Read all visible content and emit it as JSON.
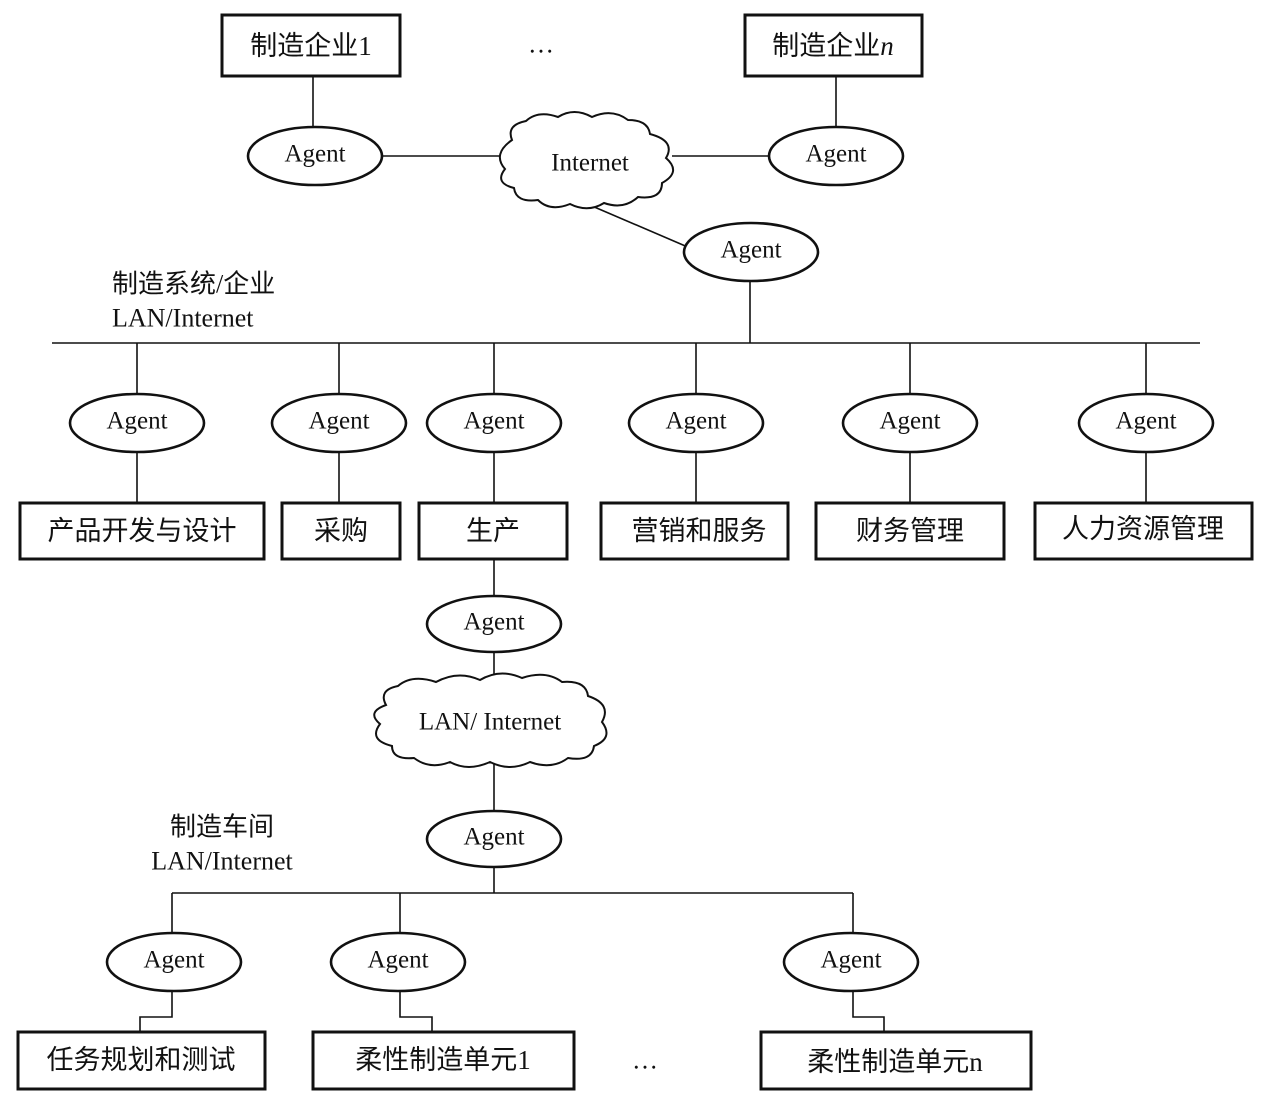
{
  "enterprises": {
    "first": "制造企业1",
    "last_prefix": "制造企业",
    "last_suffix": "n",
    "ellipsis": "…"
  },
  "agent_label": "Agent",
  "internet_cloud": "Internet",
  "system_network": {
    "title": "制造系统/企业",
    "subtitle": "LAN/Internet"
  },
  "departments": [
    "产品开发与设计",
    "采购",
    "生产",
    "营销和服务",
    "财务管理",
    "人力资源管理"
  ],
  "production_cloud": "LAN/ Internet",
  "workshop_network": {
    "title": "制造车间",
    "subtitle": "LAN/Internet"
  },
  "cells": {
    "task": "任务规划和测试",
    "cell1": "柔性制造单元1",
    "celln": "柔性制造单元n",
    "ellipsis": "…"
  },
  "colors": {
    "line": "#111111",
    "fill": "#ffffff"
  }
}
